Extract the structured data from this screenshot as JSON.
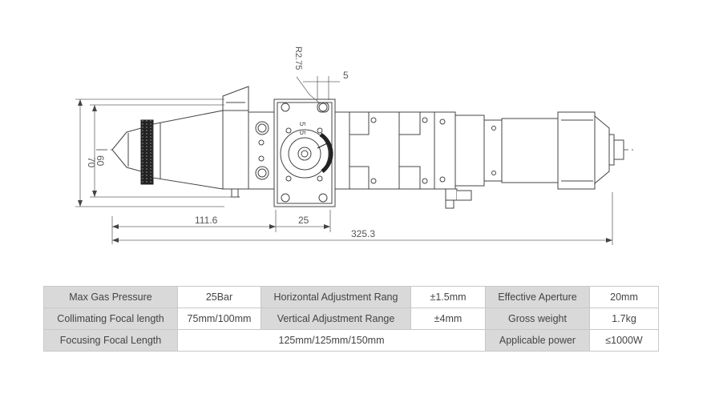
{
  "drawing": {
    "dimensions": {
      "overall_length": "325.3",
      "front_length": "111.6",
      "block_width": "25",
      "height_outer": "70",
      "height_inner": "60",
      "radius": "R2.75",
      "slot_width": "5",
      "scale_mark_1": "5",
      "scale_mark_2": "5"
    }
  },
  "specs": {
    "max_gas_pressure_label": "Max Gas Pressure",
    "max_gas_pressure_value": "25Bar",
    "horizontal_adjustment_label": "Horizontal Adjustment Rang",
    "horizontal_adjustment_value": "±1.5mm",
    "effective_aperture_label": "Effective Aperture",
    "effective_aperture_value": "20mm",
    "collimating_focal_length_label": "Collimating Focal length",
    "collimating_focal_length_value": "75mm/100mm",
    "vertical_adjustment_label": "Vertical Adjustment Range",
    "vertical_adjustment_value": "±4mm",
    "gross_weight_label": "Gross weight",
    "gross_weight_value": "1.7kg",
    "focusing_focal_length_label": "Focusing Focal Length",
    "focusing_focal_length_value": "125mm/125mm/150mm",
    "applicable_power_label": "Applicable power",
    "applicable_power_value": "≤1000W"
  }
}
